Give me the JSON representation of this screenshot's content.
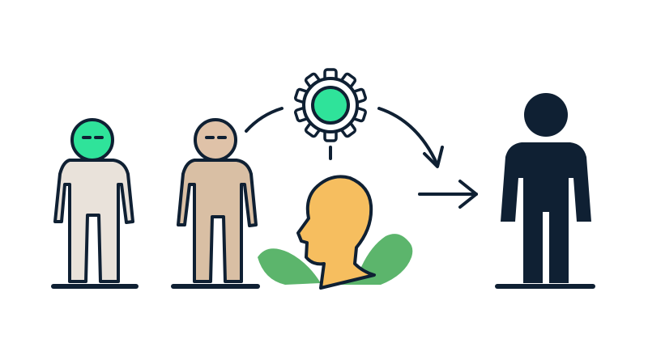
{
  "diagram": {
    "figures": [
      {
        "id": "figure-1",
        "icon": "person-outline-icon",
        "fill": "#e9e2da",
        "head": "#2fe39a",
        "has_eyes": true
      },
      {
        "id": "figure-2",
        "icon": "person-outline-icon",
        "fill": "#d9bfa4",
        "head": "#dfc2a8",
        "has_eyes": true
      },
      {
        "id": "figure-3",
        "icon": "person-solid-icon",
        "fill": "#0f2033"
      }
    ],
    "profile": {
      "icon": "head-profile-icon",
      "fill": "#f6be5f",
      "accent": "#5cb56c"
    },
    "gear": {
      "icon": "gear-icon",
      "center": "#2fe39a"
    },
    "arrows": [
      "curved-arrow-icon",
      "right-arrow-icon"
    ],
    "colors": {
      "outline": "#0f2033",
      "green": "#2fe39a",
      "leaf": "#5cb56c",
      "skin_light": "#e9e2da",
      "skin_tan": "#d9bfa4",
      "head_yellow": "#f6be5f"
    }
  }
}
